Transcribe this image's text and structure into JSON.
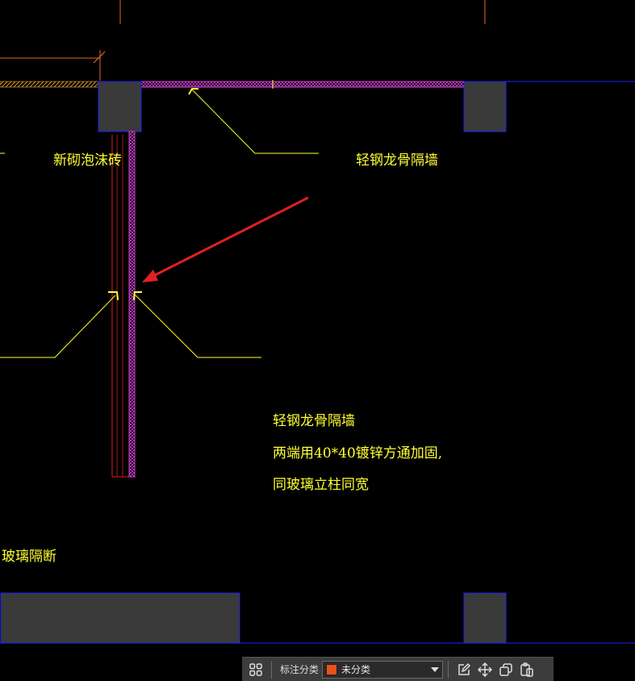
{
  "drawing": {
    "label_new_block": "新砌泡沫砖",
    "label_partition_top": "轻钢龙骨隔墙",
    "note_line1": "轻钢龙骨隔墙",
    "note_line2": "两端用40*40镀锌方通加固,",
    "note_line3": "同玻璃立柱同宽",
    "label_glass": "玻璃隔断"
  },
  "toolbar": {
    "category_label": "标注分类",
    "selected_category": "未分类",
    "selected_color": "#e8501c",
    "icons": [
      "grid-icon",
      "edit-icon",
      "move-icon",
      "copy-icon",
      "paste-icon"
    ]
  },
  "colors": {
    "background": "#000000",
    "column_fill": "#3a3a3a",
    "column_border": "#2020ff",
    "hatch": "#d040d0",
    "annotation_yellow": "#ffff33",
    "dim_orange": "#e06a2a",
    "arrow_red": "#e02020"
  }
}
